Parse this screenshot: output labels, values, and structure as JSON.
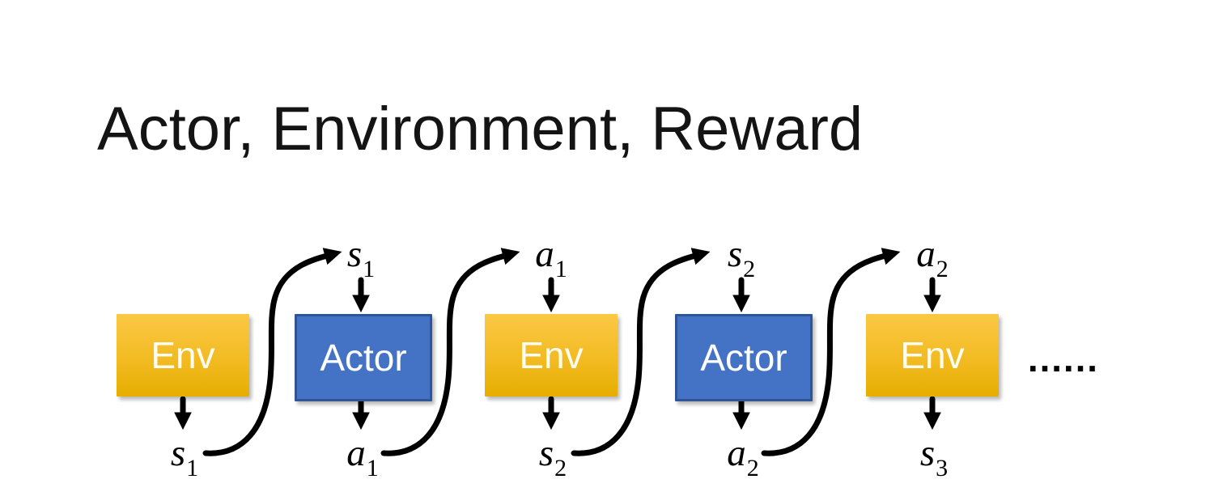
{
  "title": "Actor, Environment, Reward",
  "ellipsis": "……",
  "columns": [
    {
      "box": "Env",
      "kind": "env",
      "bottom": {
        "base": "s",
        "sub": "1"
      }
    },
    {
      "box": "Actor",
      "kind": "actor",
      "top": {
        "base": "s",
        "sub": "1"
      },
      "bottom": {
        "base": "a",
        "sub": "1"
      }
    },
    {
      "box": "Env",
      "kind": "env",
      "top": {
        "base": "a",
        "sub": "1"
      },
      "bottom": {
        "base": "s",
        "sub": "2"
      }
    },
    {
      "box": "Actor",
      "kind": "actor",
      "top": {
        "base": "s",
        "sub": "2"
      },
      "bottom": {
        "base": "a",
        "sub": "2"
      }
    },
    {
      "box": "Env",
      "kind": "env",
      "top": {
        "base": "a",
        "sub": "2"
      },
      "bottom": {
        "base": "s",
        "sub": "3"
      }
    }
  ],
  "colors": {
    "ink": "#141414",
    "arrow": "#000000",
    "env_top": "#FBC845",
    "env_bottom": "#E7AE00",
    "env_text": "#FFFDF2",
    "actor_fill": "#4472C4",
    "actor_border": "#2F5597",
    "actor_text": "#FFFFFF"
  }
}
